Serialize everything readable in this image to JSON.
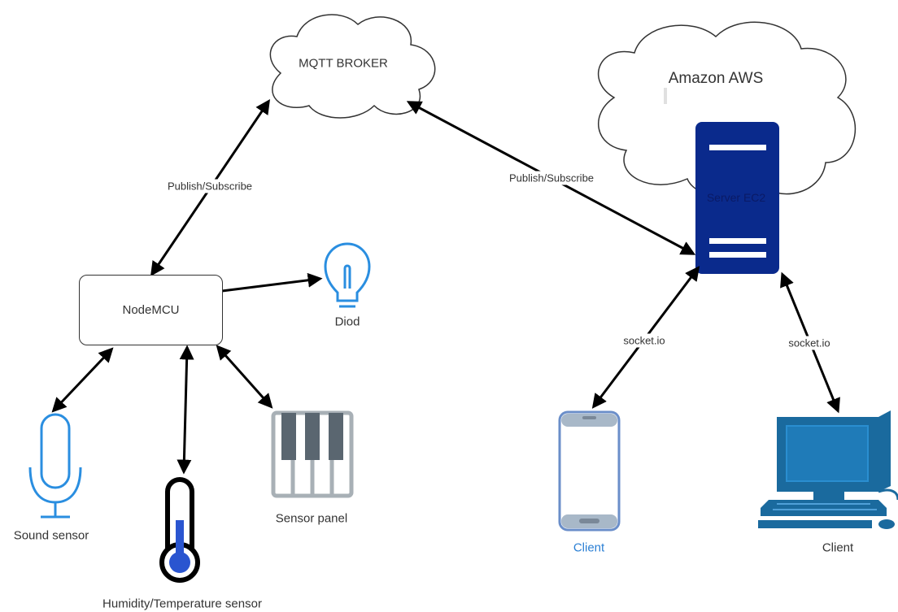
{
  "clouds": {
    "mqtt_broker": "MQTT BROKER",
    "aws": "Amazon AWS"
  },
  "nodes": {
    "nodemcu": "NodeMCU",
    "server": "Server EC2",
    "diod": "Diod",
    "sound_sensor": "Sound sensor",
    "humidity_sensor": "Humidity/Temperature sensor",
    "sensor_panel": "Sensor panel",
    "client_mobile": "Client",
    "client_desktop": "Client"
  },
  "edges": {
    "nodemcu_broker": "Publish/Subscribe",
    "server_broker": "Publish/Subscribe",
    "server_mobile": "socket.io",
    "server_desktop": "socket.io"
  },
  "colors": {
    "server_blue": "#0a2a8c",
    "icon_blue": "#2a8ee0",
    "computer_blue": "#1a6a9e",
    "client_label_blue": "#2a7fd4",
    "thermo_fill": "#2a55d0",
    "panel_gray": "#5a6670"
  }
}
